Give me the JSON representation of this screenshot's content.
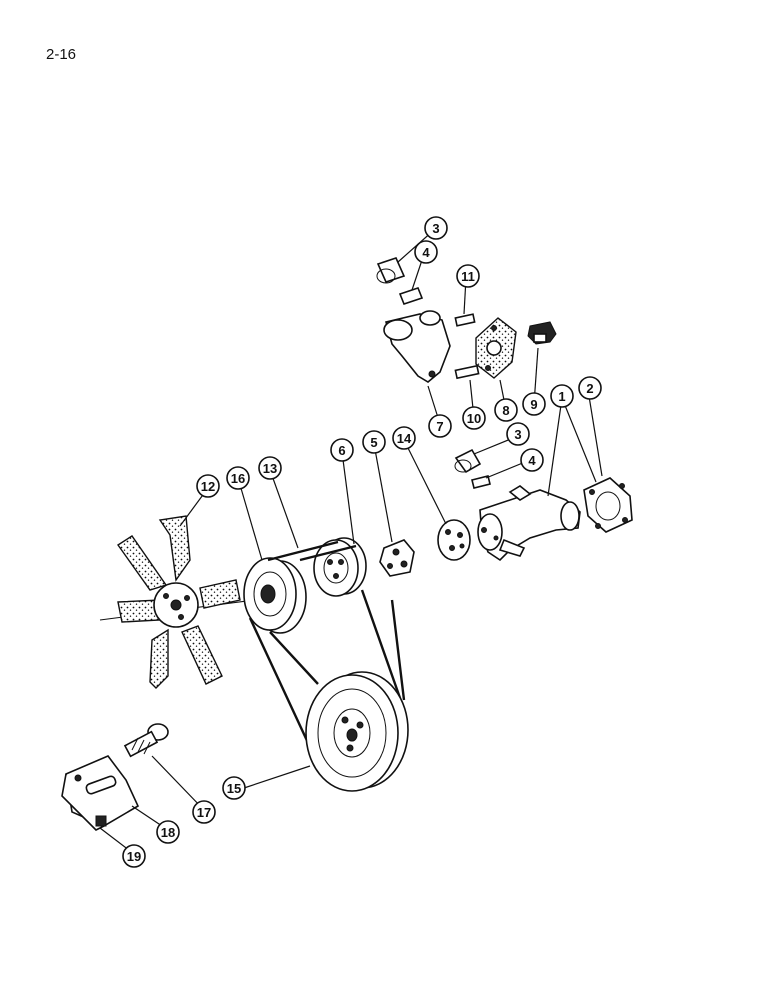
{
  "page": {
    "number": "2-16"
  },
  "callouts": [
    {
      "id": "c1",
      "label": "1"
    },
    {
      "id": "c2",
      "label": "2"
    },
    {
      "id": "c3a",
      "label": "3"
    },
    {
      "id": "c4a",
      "label": "4"
    },
    {
      "id": "c3b",
      "label": "3"
    },
    {
      "id": "c4b",
      "label": "4"
    },
    {
      "id": "c5",
      "label": "5"
    },
    {
      "id": "c6",
      "label": "6"
    },
    {
      "id": "c7",
      "label": "7"
    },
    {
      "id": "c8",
      "label": "8"
    },
    {
      "id": "c9",
      "label": "9"
    },
    {
      "id": "c10",
      "label": "10"
    },
    {
      "id": "c11",
      "label": "11"
    },
    {
      "id": "c12",
      "label": "12"
    },
    {
      "id": "c13",
      "label": "13"
    },
    {
      "id": "c14",
      "label": "14"
    },
    {
      "id": "c15",
      "label": "15"
    },
    {
      "id": "c16",
      "label": "16"
    },
    {
      "id": "c17",
      "label": "17"
    },
    {
      "id": "c18",
      "label": "18"
    },
    {
      "id": "c19",
      "label": "19"
    }
  ]
}
